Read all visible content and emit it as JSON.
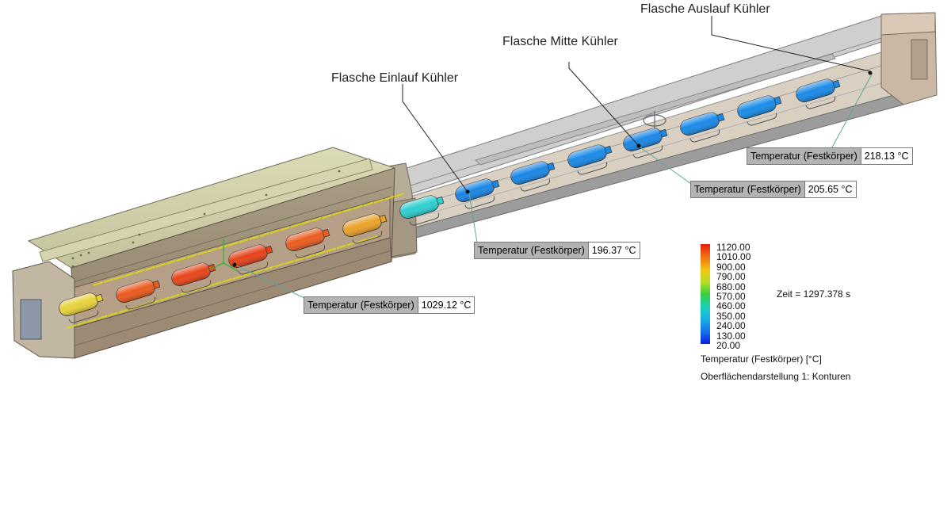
{
  "callouts": {
    "einlauf": "Flasche Einlauf Kühler",
    "mitte": "Flasche Mitte Kühler",
    "auslauf": "Flasche Auslauf Kühler"
  },
  "probes": [
    {
      "name": "Temperatur (Festkörper)",
      "value": "1029.12 °C"
    },
    {
      "name": "Temperatur (Festkörper)",
      "value": "196.37 °C"
    },
    {
      "name": "Temperatur (Festkörper)",
      "value": "205.65 °C"
    },
    {
      "name": "Temperatur (Festkörper)",
      "value": "218.13 °C"
    }
  ],
  "legend": {
    "ticks": [
      "1120.00",
      "1010.00",
      "900.00",
      "790.00",
      "680.00",
      "570.00",
      "460.00",
      "350.00",
      "240.00",
      "130.00",
      "20.00"
    ],
    "colors": [
      "#e41d0c",
      "#f06a10",
      "#f0c814",
      "#b8de22",
      "#38d03e",
      "#18d0b8",
      "#1ab0e8",
      "#1470ea",
      "#0a1ee0"
    ],
    "quantity": "Temperatur (Festkörper) [°C]",
    "plot_name": "Oberflächendarstellung 1: Konturen",
    "time": "Zeit = 1297.378 s"
  },
  "bottles": [
    {
      "color": "#e8d23a"
    },
    {
      "color": "#ea5a1e"
    },
    {
      "color": "#e8461a"
    },
    {
      "color": "#e5421a"
    },
    {
      "color": "#eb5c20"
    },
    {
      "color": "#eaa22a"
    },
    {
      "color": "#2ecfd0"
    },
    {
      "color": "#1a86e6"
    },
    {
      "color": "#1a86e6"
    },
    {
      "color": "#1a8ae8"
    },
    {
      "color": "#1a86e6"
    },
    {
      "color": "#1a8ae8"
    },
    {
      "color": "#1a8ce8"
    },
    {
      "color": "#1a8ae8"
    }
  ],
  "colors": {
    "furnace_shell": "#c9c8a0",
    "furnace_shell_dark": "#9e9c78",
    "furnace_inner": "#b29c84",
    "heater_rods": "#d8d020",
    "cooler_housing": "#bdbdbd",
    "cooler_inner": "#d6cdbf",
    "end_cap": "#c8b6a2"
  }
}
